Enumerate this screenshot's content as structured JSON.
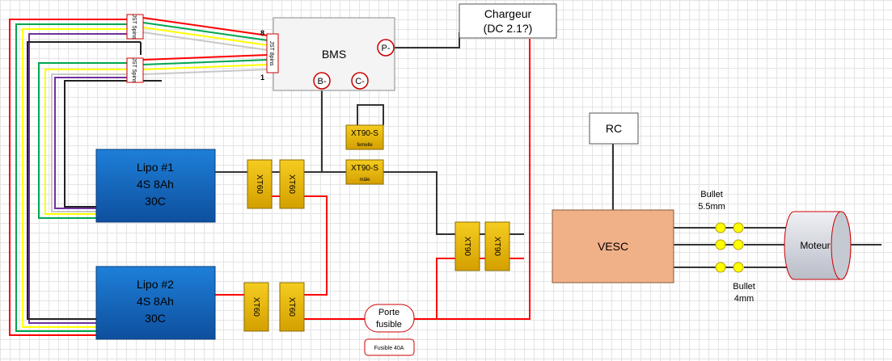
{
  "bms": {
    "label": "BMS",
    "port_p": "P-",
    "port_b": "B-",
    "port_c": "C-"
  },
  "charger": {
    "line1": "Chargeur",
    "line2": "(DC 2.1?)"
  },
  "jst": {
    "a": "JST 5pins",
    "b": "JST 5pins",
    "bms": "JST 8pins",
    "bms_pin_top": "8",
    "bms_pin_bottom": "1"
  },
  "lipo1": {
    "line1": "Lipo #1",
    "line2": "4S 8Ah",
    "line3": "30C"
  },
  "lipo2": {
    "line1": "Lipo #2",
    "line2": "4S 8Ah",
    "line3": "30C"
  },
  "xt60": "XT60",
  "xt90": "XT90",
  "xt90s_f": {
    "label": "XT90-S",
    "sub": "femelle"
  },
  "xt90s_m": {
    "label": "XT90-S",
    "sub": "mâle"
  },
  "rc": "RC",
  "vesc": "VESC",
  "bullet_top": {
    "line1": "Bullet",
    "line2": "5.5mm"
  },
  "bullet_bottom": {
    "line1": "Bullet",
    "line2": "4mm"
  },
  "motor": "Moteur",
  "fuse_holder": {
    "line1": "Porte",
    "line2": "fusible"
  },
  "fuse": "Fusible 40A",
  "colors": {
    "positive": "#ff0000",
    "negative": "#222222",
    "balance": [
      "#ff0000",
      "#00a651",
      "#ffff00",
      "#c8c8c8",
      "#7030a0"
    ],
    "battery": "#1565c0",
    "connector": "#e6b800",
    "vesc": "#f0b088",
    "motor": "#d8dbe3"
  }
}
